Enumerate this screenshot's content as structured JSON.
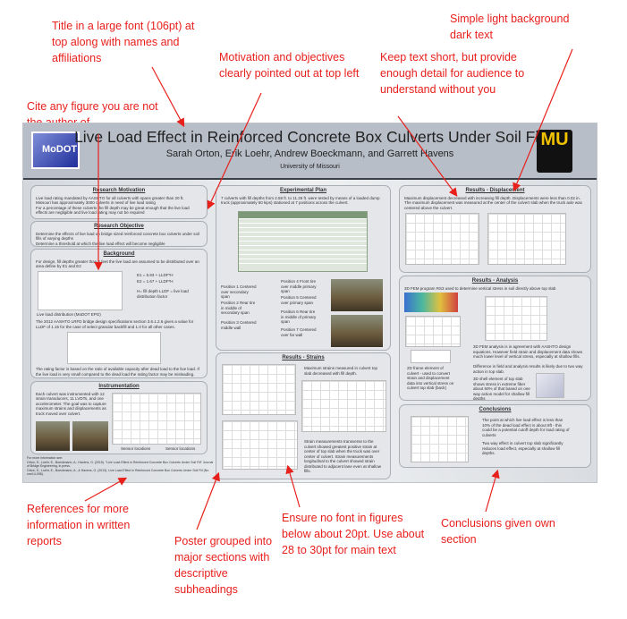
{
  "annotations": {
    "title_note": "Title in a large font (106pt) at top along with names and affiliations",
    "cite_note": "Cite any figure you are not the author of",
    "motivation_note": "Motivation and objectives clearly pointed out at top left",
    "short_text_note": "Keep text short, but provide enough detail for audience to understand without you",
    "background_note": "Simple light background dark text",
    "references_note": "References for more information in written reports",
    "sections_note": "Poster grouped into major sections with descriptive subheadings",
    "font_note": "Ensure no font in figures below about 20pt.  Use about 28 to 30pt for main text",
    "conclusions_note": "Conclusions given own section"
  },
  "poster": {
    "title": "Live Load Effect in Reinforced Concrete Box Culverts Under Soil Fill",
    "authors": "Sarah Orton, Erik Loehr, Andrew Boeckmann, and Garrett Havens",
    "affiliation": "University of Missouri",
    "logo_left": "MoDOT",
    "logo_right": "MU",
    "sections": {
      "motivation": {
        "heading": "Research Motivation",
        "bullets": [
          "Live load rating mandated by AASHTO for all culverts with spans greater than 20 ft.",
          "Missouri has approximately 3000 culverts in need of live load rating",
          "For a percentage of these culverts the fill depth may be great enough that the live load effects are negligible and live load rating may not be required"
        ]
      },
      "objective": {
        "heading": "Research Objective",
        "bullets": [
          "Determine the effects of live load on bridge sized reinforced concrete box culverts under soil fills of varying depths",
          "Determine a threshold at which the live load effect will become negligible"
        ]
      },
      "background": {
        "heading": "Background",
        "intro": "For design, fill depths greater than 2 feet the live load are assumed to be distributed over an area define by E1 and E2",
        "eq1": "E1 = 5.83 + LLDF*H",
        "eq2": "E2 = 1.67 + LLDF*H",
        "eq_note": "H= fill depth  LLDF = live load distribution factor",
        "fig_caption": "Live load distribution (MoDOT EPG)",
        "spec_text": "The 2012 AASHTO LRFD bridge design specifications section 3.6.1.2.6 gives a value for LLDF of 1.15 for the case of select granular backfill and 1.0 for all other cases.",
        "rating_text": "The rating factor is based on the ratio of available capacity after dead load to the live load. If the live load is very small compared to the dead load the rating factor may be misleading."
      },
      "instrumentation": {
        "heading": "Instrumentation",
        "text": "Each culvert was instrumented with 12 strain transducers, 11 LVDTs, and one accelerometer. The goal was to capture maximum strains and displacements as truck moved over culvert.",
        "captions": [
          "Sensor locations",
          "Sensor locations"
        ]
      },
      "plan": {
        "heading": "Experimental Plan",
        "text": "7 culverts with fill depths from 2.58 ft. to 11.26 ft. were tested by means of a loaded dump truck (approximately 50 kips) stationed at 7 positions across the culvert.",
        "positions": [
          "Position 1 Centered over secondary span",
          "Position 2 Rear tire in middle of secondary span",
          "Position 3 Centered middle wall",
          "Position 4 Front tire over middle primary span",
          "Position 5 Centered over primary span",
          "Position 6 Rear tire in middle of primary span",
          "Position 7 Centered over far wall"
        ]
      },
      "strains": {
        "heading": "Results - Strains",
        "text1": "Maximum strains measured in culvert top slab decreased with fill depth.",
        "text2": "Strain measurements transverse to the culvert showed greatest positive strain at center of top slab when the truck was over center of culvert. Strain measurements longitudinal to the culvert showed strain distributed to adjacent lane even at shallow fills."
      },
      "displacement": {
        "heading": "Results - Displacement",
        "text": "Maximum displacement decreased with increasing fill depth. Displacements were less than 0.02 in. The maximum displacement was measured at the center of the culvert slab when the truck axle was centered above the culvert."
      },
      "analysis": {
        "heading": "Results - Analysis",
        "intro": "3D FEM program RS3 used to determine vertical stress in soil directly above top slab",
        "text1": "3D FEM analysis is in agreement with AASHTO design equations. However field strain and displacement data shows much lower level of vertical stress, especially at shallow fills.",
        "text2": "Difference in field and analysis results is likely due to two way action in top slab.",
        "text3": "3D shell element of top slab shows stress in extreme fiber about 50% of that based on one way action model for shallow fill depths",
        "frame_caption": "2D frame element of culvert - used to convert strain and displacement data into vertical stress on culvert top slab (back)"
      },
      "conclusions": {
        "heading": "Conclusions",
        "text1": "The point at which live load effect is less than 10% of the dead load effect is about 8ft - this could be a potential cutoff depth for load rating of culverts",
        "text2": "Two way effect in culvert top slab significantly reduces load effect, especially at shallow fill depths."
      }
    },
    "references": {
      "label": "For more information see:",
      "items": [
        "Orton, S., Loehr, E., Boeckmann, A., Havens, G. (2015). \"Live Load Effect in Reinforced Concrete Box Culverts Under Soil Fill\" Journal of Bridge Engineering, in press.",
        "Orton, S., Loehr, E., Boeckmann, A., & Havens, G. (2013). Live Load Effect in Reinforced Concrete Box Culverts Under Soil Fill (No. cmr14-008)."
      ]
    }
  },
  "colors": {
    "annotation": "#e8201c",
    "header": "#b7bec8"
  }
}
